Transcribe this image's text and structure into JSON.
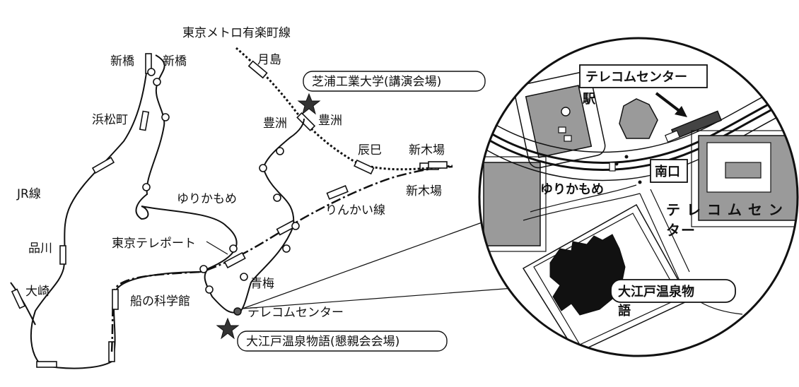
{
  "map": {
    "lines": {
      "yurakucho": "東京メトロ有楽町線",
      "jr": "JR線",
      "yurikamome": "ゆりかもめ",
      "rinkai": "りんかい線"
    },
    "stations": {
      "shimbashi_jr": "新橋",
      "shimbashi_yk": "新橋",
      "hamamatsucho": "浜松町",
      "shinagawa": "品川",
      "osaki": "大崎",
      "tsukishima": "月島",
      "toyosu_metro": "豊洲",
      "toyosu_yk": "豊洲",
      "tatsumi": "辰巳",
      "shinkiba_metro": "新木場",
      "shinkiba_rinkai": "新木場",
      "tokyo_teleport": "東京テレポート",
      "aomi": "青梅",
      "telecom_center": "テレコムセンター",
      "fune_no_kagakukan": "船の科学館"
    },
    "venues": {
      "lecture": "芝浦工業大学(講演会場)",
      "banquet": "大江戸温泉物語(懇親会会場)"
    }
  },
  "inset": {
    "station_title": "テレコムセンター",
    "station_suffix": "駅",
    "south_exit": "南口",
    "yurikamome": "ゆりかもめ",
    "telecom_building_line1": "テ レ コ ム セ ン",
    "telecom_building_line2": "ター",
    "onsen_line1": "大江戸温泉物",
    "onsen_line2": "語"
  }
}
